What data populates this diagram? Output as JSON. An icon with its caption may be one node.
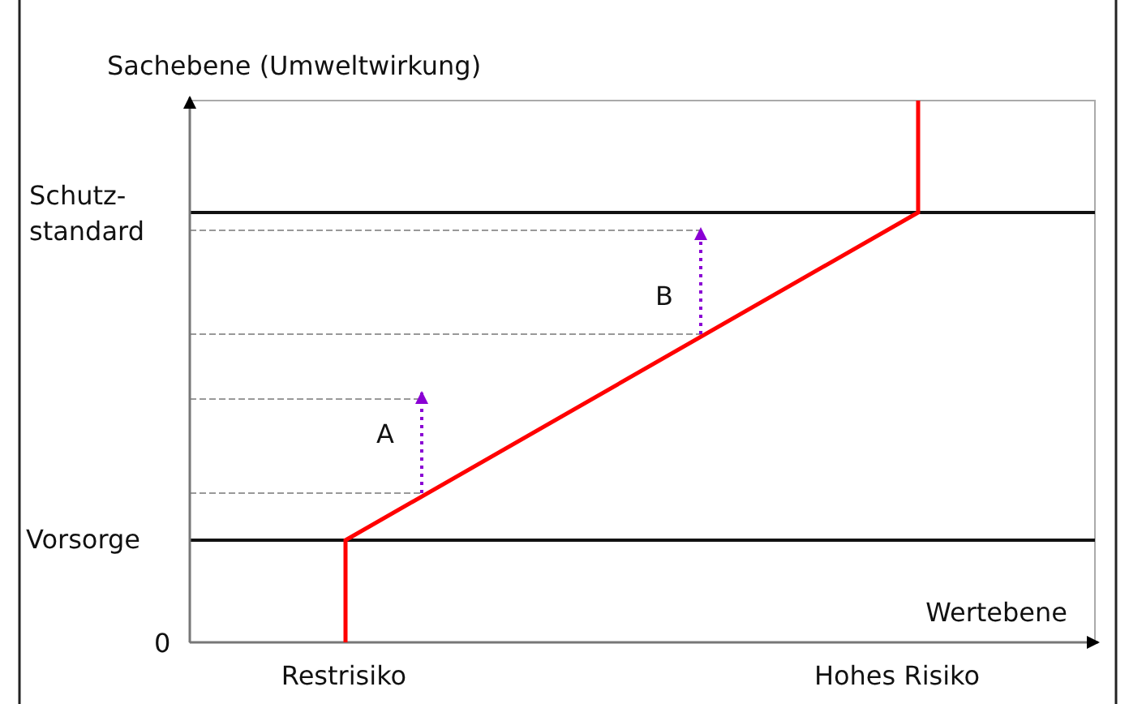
{
  "diagram": {
    "labels": [
      "Sachebene (Umweltwirkung)",
      "Schutz- standard",
      "B",
      "A",
      "Vorsorge",
      "Wertebene",
      "0",
      "Restrisiko",
      "Hohes Risiko"
    ]
  }
}
